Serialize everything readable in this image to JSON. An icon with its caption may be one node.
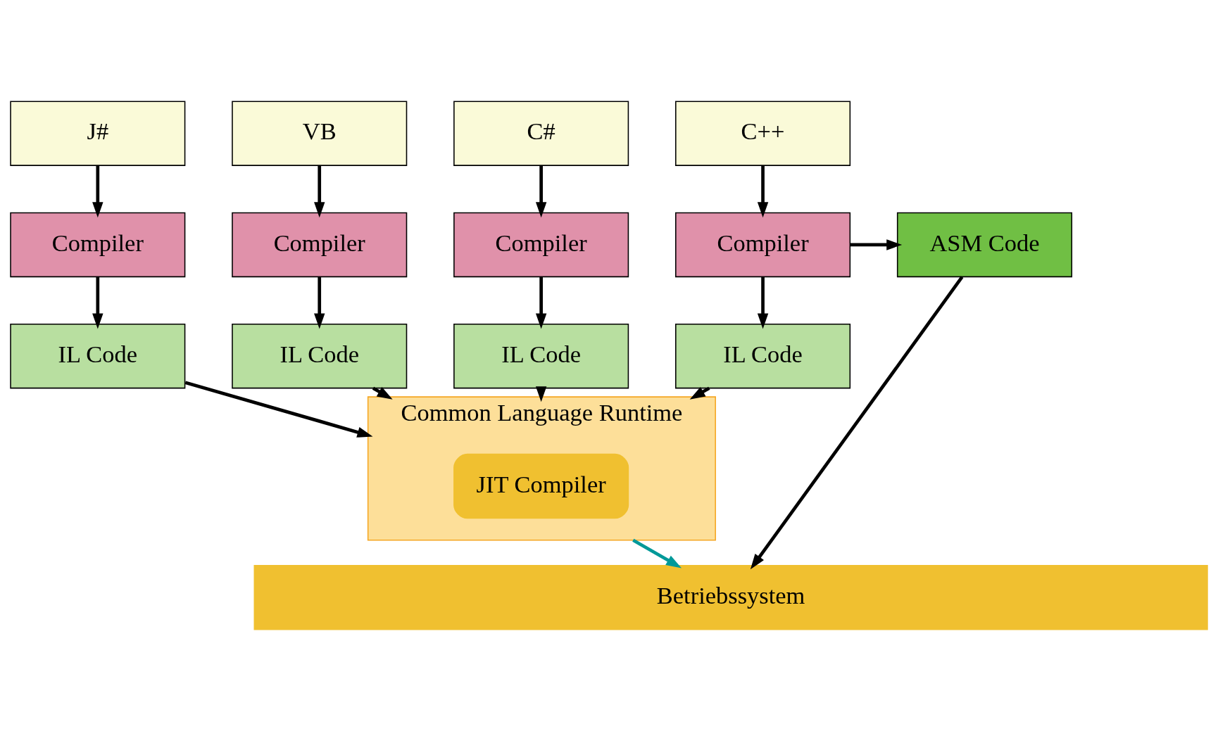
{
  "diagram": {
    "nodes": [
      {
        "text": [
          "J#"
        ]
      },
      {
        "text": [
          "VB"
        ]
      },
      {
        "text": [
          "C#"
        ]
      },
      {
        "text": [
          "C++"
        ]
      },
      {
        "text": [
          "Compiler"
        ]
      },
      {
        "text": [
          "Compiler"
        ]
      },
      {
        "text": [
          "Compiler"
        ]
      },
      {
        "text": [
          "Compiler"
        ]
      },
      {
        "text": [
          "IL Code"
        ]
      },
      {
        "text": [
          "IL Code"
        ]
      },
      {
        "text": [
          "IL Code"
        ]
      },
      {
        "text": [
          "IL Code"
        ]
      },
      {
        "text": [
          "ASM Code"
        ]
      },
      {
        "text": [
          "Common Language Runtime"
        ]
      },
      {
        "text": [
          "JIT Compiler"
        ],
        "in": 13
      },
      {
        "text": [
          "Betriebssystem"
        ]
      }
    ],
    "edges": [
      {
        "from": 0,
        "to": 4,
        "arrow": "to"
      },
      {
        "from": 1,
        "to": 5,
        "arrow": "to"
      },
      {
        "from": 2,
        "to": 6,
        "arrow": "to"
      },
      {
        "from": 3,
        "to": 7,
        "arrow": "to"
      },
      {
        "from": 4,
        "to": 8,
        "arrow": "to"
      },
      {
        "from": 5,
        "to": 9,
        "arrow": "to"
      },
      {
        "from": 6,
        "to": 10,
        "arrow": "to"
      },
      {
        "from": 7,
        "to": 11,
        "arrow": "to"
      },
      {
        "from": 7,
        "to": 12,
        "arrow": "to"
      },
      {
        "from": 8,
        "to": 13,
        "arrow": "to"
      },
      {
        "from": 9,
        "to": 13,
        "arrow": "to"
      },
      {
        "from": 10,
        "to": 13,
        "arrow": "to"
      },
      {
        "from": 11,
        "to": 13,
        "arrow": "to"
      },
      {
        "from": 12,
        "to": 15,
        "arrow": "to"
      },
      {
        "from": 13,
        "to": 15,
        "arrow": "to",
        "color": "#009999"
      }
    ]
  }
}
